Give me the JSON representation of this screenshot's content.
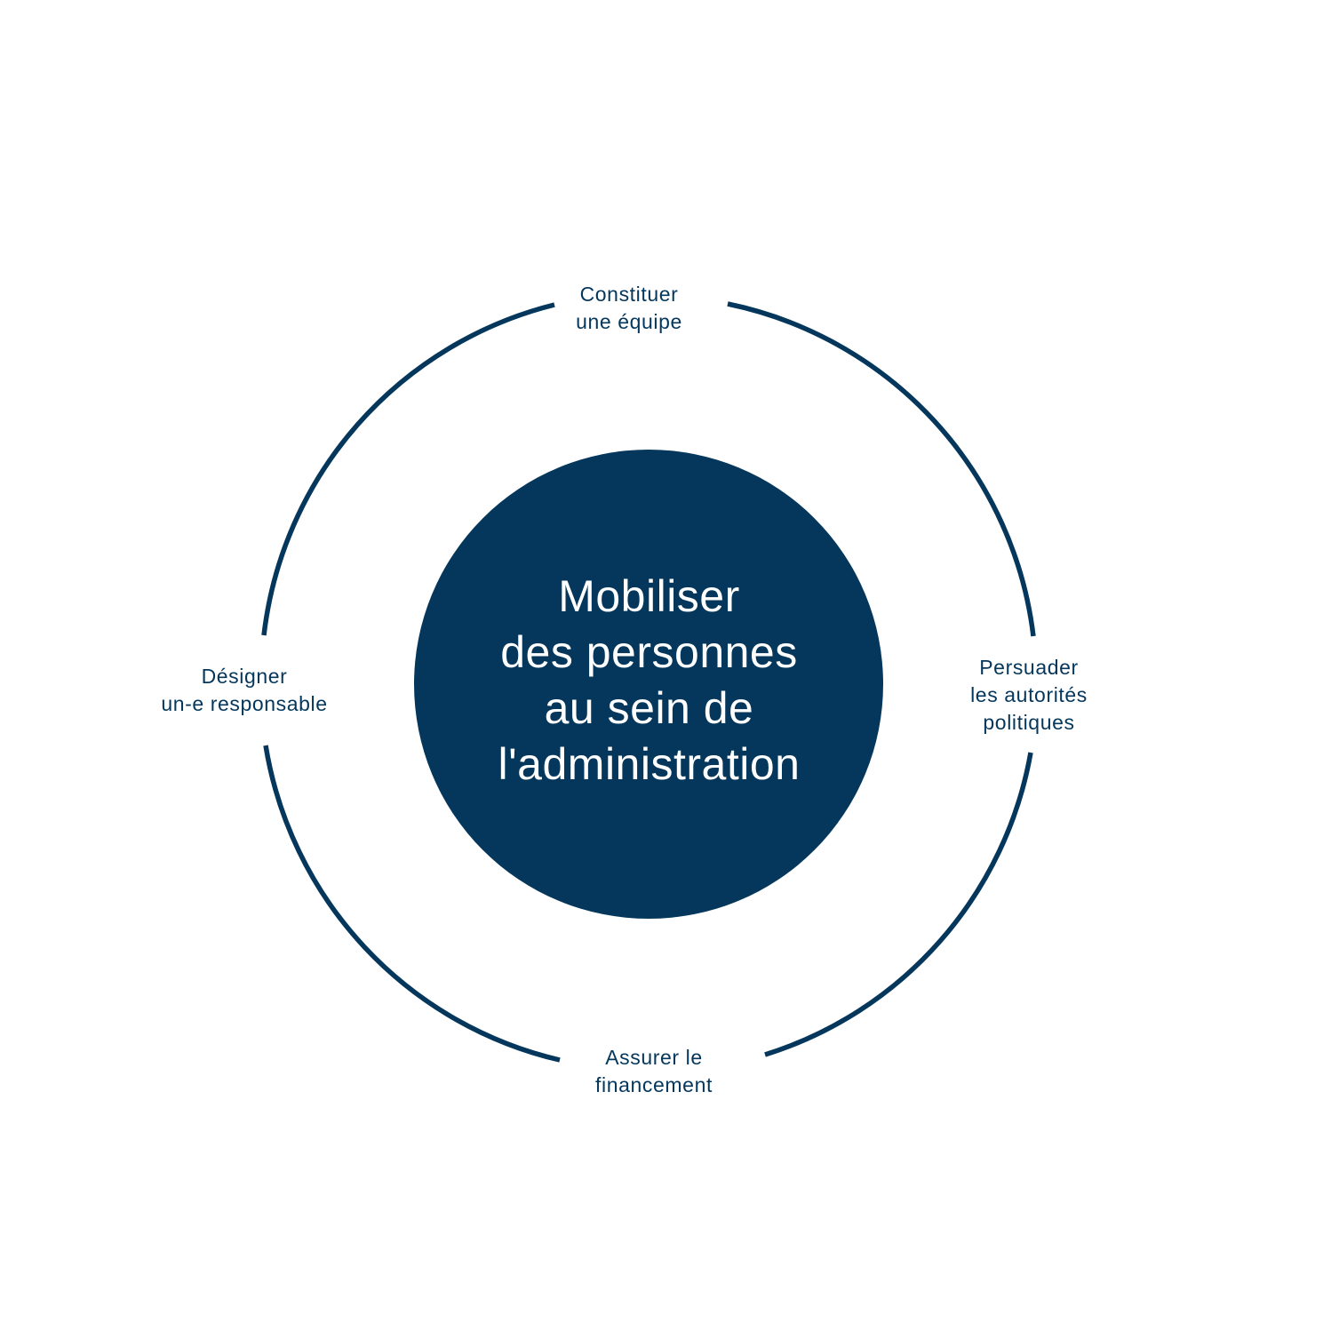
{
  "colors": {
    "primary": "#04375B",
    "text": "#04375B",
    "background": "#FFFFFF",
    "center_text": "#FFFFFF"
  },
  "center": {
    "lines": [
      "Mobiliser",
      "des personnes",
      "au sein de",
      "l'administration"
    ]
  },
  "nodes": [
    {
      "position": "top",
      "lines": [
        "Constituer",
        "une équipe"
      ]
    },
    {
      "position": "right",
      "lines": [
        "Persuader",
        "les autorités",
        "politiques"
      ]
    },
    {
      "position": "bottom",
      "lines": [
        "Assurer le",
        "financement"
      ]
    },
    {
      "position": "left",
      "lines": [
        "Désigner",
        "un-e responsable"
      ]
    }
  ]
}
